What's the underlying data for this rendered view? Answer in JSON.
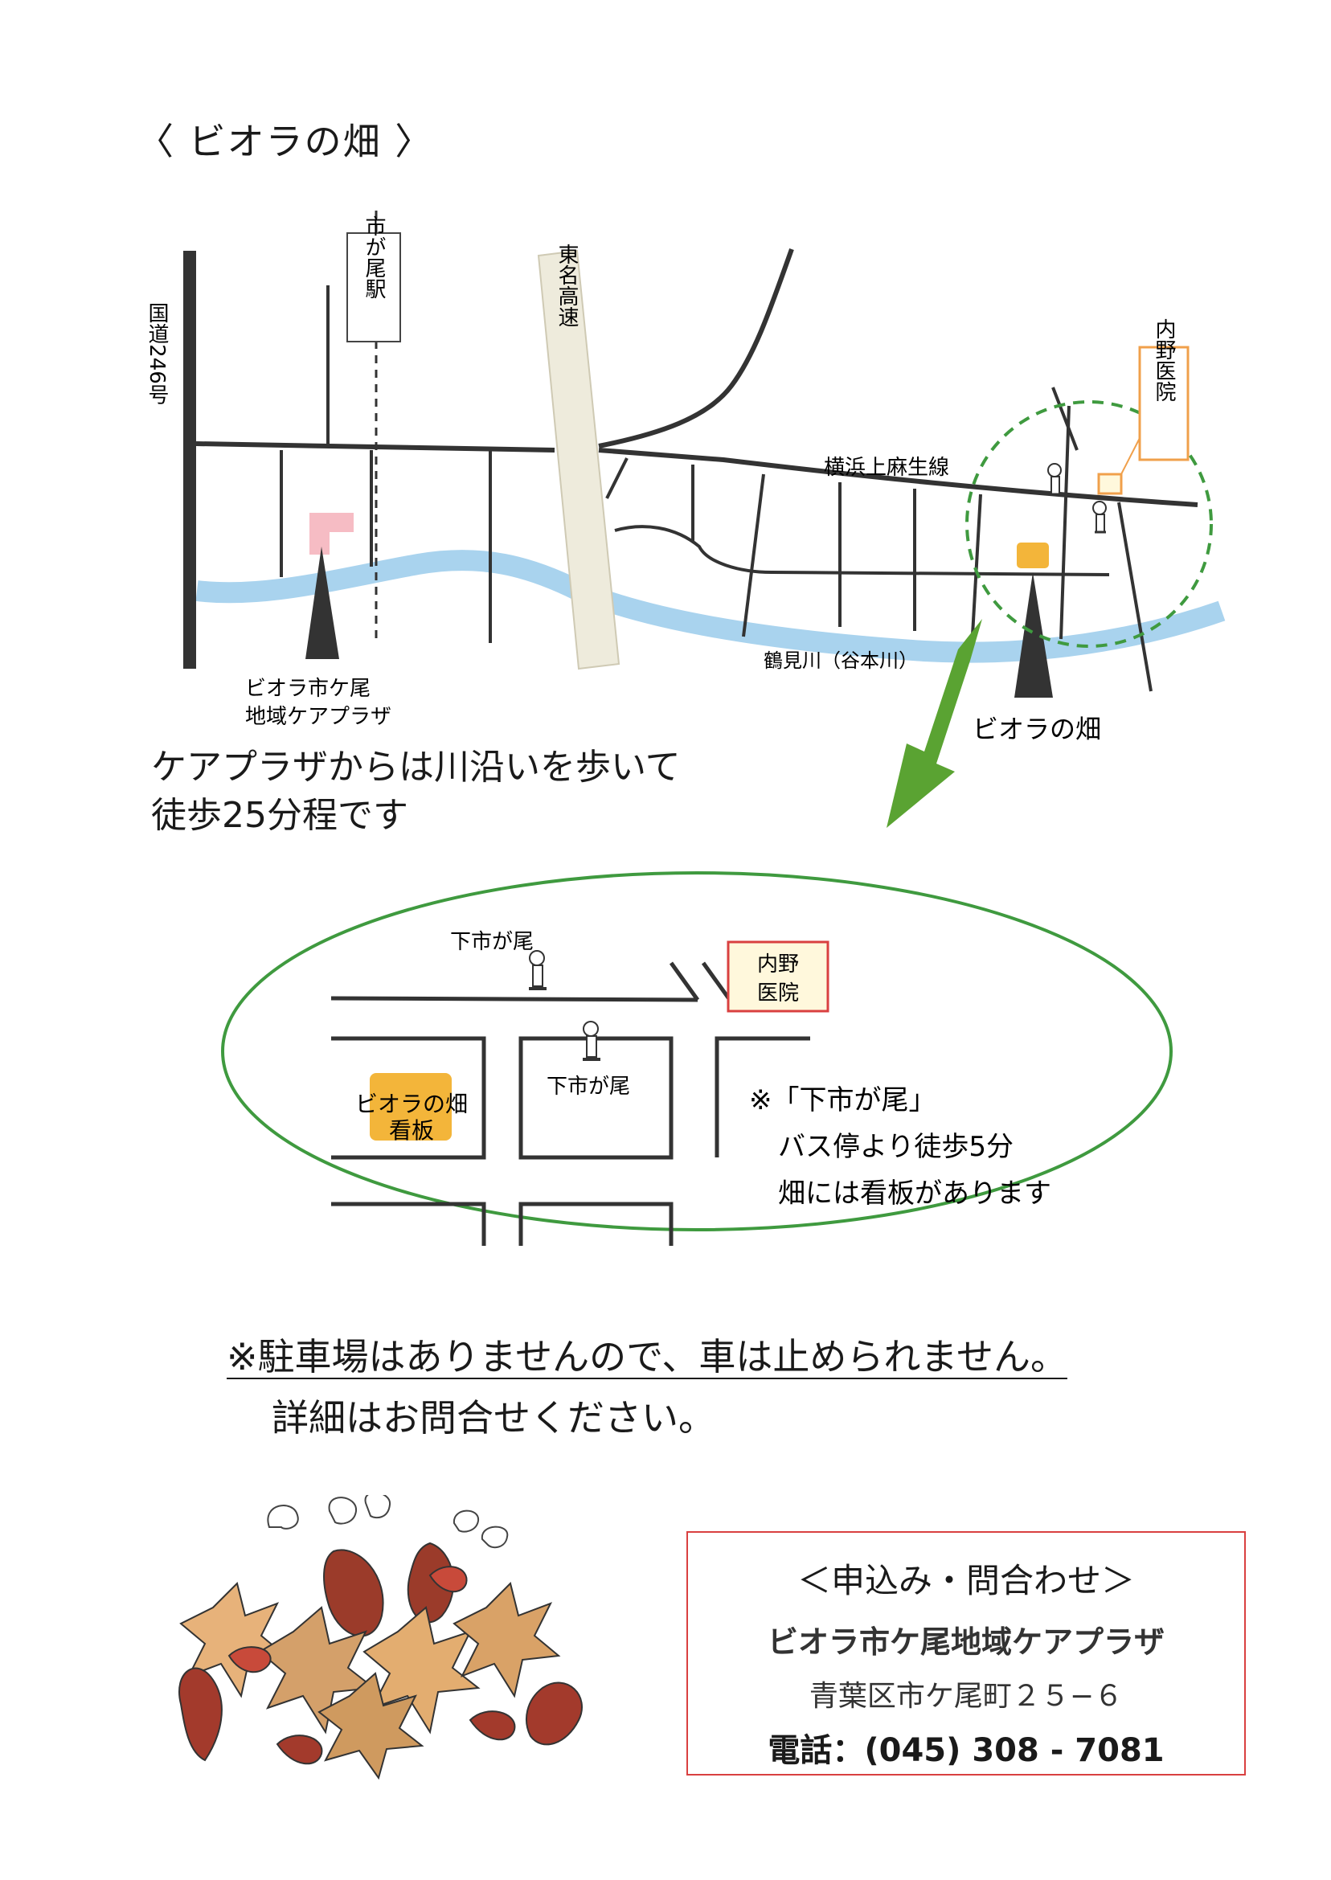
{
  "title": "〈 ビオラの畑 〉",
  "map": {
    "station": "市が尾駅",
    "route246": "国道246号",
    "expressway": "東名高速",
    "road": "横浜上麻生線",
    "river": "鶴見川（谷本川）",
    "plaza_label_1": "ビオラ市ケ尾",
    "plaza_label_2": "地域ケアプラザ",
    "clinic": "内野医院",
    "field": "ビオラの畑"
  },
  "walk": {
    "line1": "ケアプラザからは川沿いを歩いて",
    "line2": "徒歩25分程です"
  },
  "detail": {
    "busstop_top": "下市が尾",
    "busstop_mid": "下市が尾",
    "clinic_1": "内野",
    "clinic_2": "医院",
    "sign_1": "ビオラの畑",
    "sign_2": "看板",
    "note_1": "※「下市が尾」",
    "note_2": "バス停より徒歩5分",
    "note_3": "畑には看板があります"
  },
  "warning": {
    "line1": "※駐車場はありませんので、車は止められません。",
    "line2": "詳細はお問合せください。"
  },
  "contact": {
    "heading": "＜申込み・問合わせ＞",
    "org": "ビオラ市ケ尾地域ケアプラザ",
    "address": "青葉区市ケ尾町２５−６",
    "phone": "電話：(045) 308 - 7081"
  },
  "colors": {
    "river": "#a9d3ee",
    "road": "#333333",
    "plaza": "#f6bcc4",
    "field": "#f3b53a",
    "green_circle": "#3f9a3f",
    "arrow": "#5aa332",
    "clinic_box": "#f0a04b",
    "red_border": "#d94040"
  }
}
